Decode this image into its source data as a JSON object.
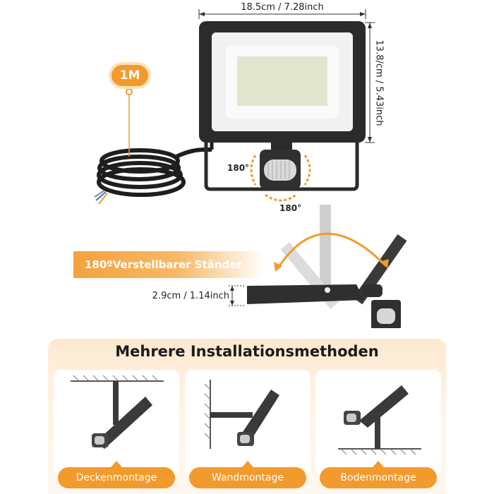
{
  "dimensions": {
    "width": "18.5cm / 7.28inch",
    "height": "13.8/cm / 5.43inch",
    "depth": "2.9cm / 1.14inch"
  },
  "cable_badge": "1M",
  "rotation_labels": {
    "horizontal": "180°",
    "vertical": "180°"
  },
  "stand_banner": "180ºVerstellbarer Ständer",
  "installation": {
    "title": "Mehrere Installationsmethoden",
    "methods": [
      {
        "label": "Deckenmontage"
      },
      {
        "label": "Wandmontage"
      },
      {
        "label": "Bodenmontage"
      }
    ]
  },
  "colors": {
    "accent": "#f39a2d",
    "accent_light": "#fde1bd",
    "housing": "#2b2b2b"
  }
}
